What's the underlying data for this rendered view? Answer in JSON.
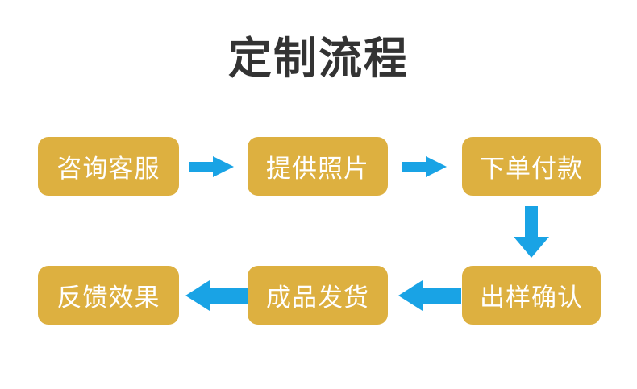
{
  "page": {
    "title": "定制流程",
    "background_color": "#ffffff",
    "title_color": "#333333"
  },
  "theme": {
    "node_fill": "#ddb040",
    "node_text_color": "#ffffff",
    "arrow_color": "#19a3e5"
  },
  "flow": {
    "steps": [
      {
        "id": "step-1",
        "label": "咨询客服",
        "row": "top",
        "column": "left"
      },
      {
        "id": "step-2",
        "label": "提供照片",
        "row": "top",
        "column": "mid"
      },
      {
        "id": "step-3",
        "label": "下单付款",
        "row": "top",
        "column": "right"
      },
      {
        "id": "step-4",
        "label": "出样确认",
        "row": "bottom",
        "column": "right"
      },
      {
        "id": "step-5",
        "label": "成品发货",
        "row": "bottom",
        "column": "mid"
      },
      {
        "id": "step-6",
        "label": "反馈效果",
        "row": "bottom",
        "column": "left"
      }
    ],
    "connectors": [
      {
        "id": "connector-1",
        "from": "step-1",
        "to": "step-2",
        "direction": "right"
      },
      {
        "id": "connector-2",
        "from": "step-2",
        "to": "step-3",
        "direction": "right"
      },
      {
        "id": "connector-3",
        "from": "step-3",
        "to": "step-4",
        "direction": "down"
      },
      {
        "id": "connector-4",
        "from": "step-4",
        "to": "step-5",
        "direction": "left"
      },
      {
        "id": "connector-5",
        "from": "step-5",
        "to": "step-6",
        "direction": "left"
      }
    ]
  }
}
